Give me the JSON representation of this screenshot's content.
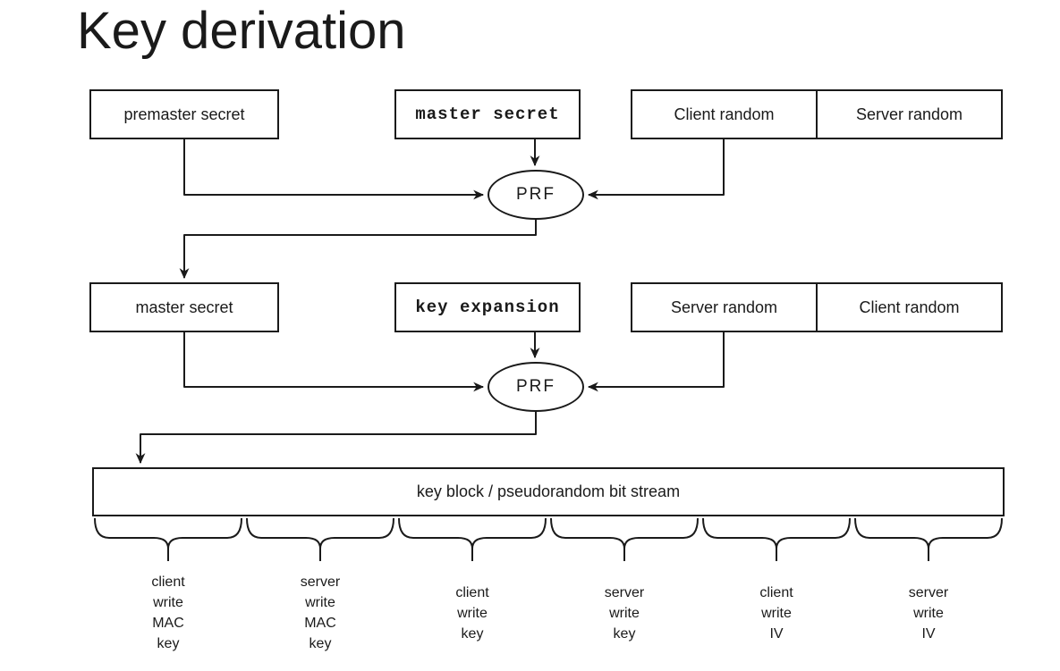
{
  "title": "Key derivation",
  "row1": {
    "premaster_secret": "premaster secret",
    "master_secret": "master secret",
    "client_random": "Client random",
    "server_random": "Server random"
  },
  "prf_top": "PRF",
  "row2": {
    "master_secret": "master secret",
    "key_expansion": "key expansion",
    "server_random": "Server random",
    "client_random": "Client random"
  },
  "prf_bottom": "PRF",
  "key_block": "key block / pseudorandom bit stream",
  "outputs": [
    "client\nwrite\nMAC\nkey",
    "server\nwrite\nMAC\nkey",
    "client\nwrite\nkey",
    "server\nwrite\nkey",
    "client\nwrite\nIV",
    "server\nwrite\nIV"
  ],
  "colors": {
    "stroke": "#1a1a1a",
    "background": "#ffffff"
  }
}
